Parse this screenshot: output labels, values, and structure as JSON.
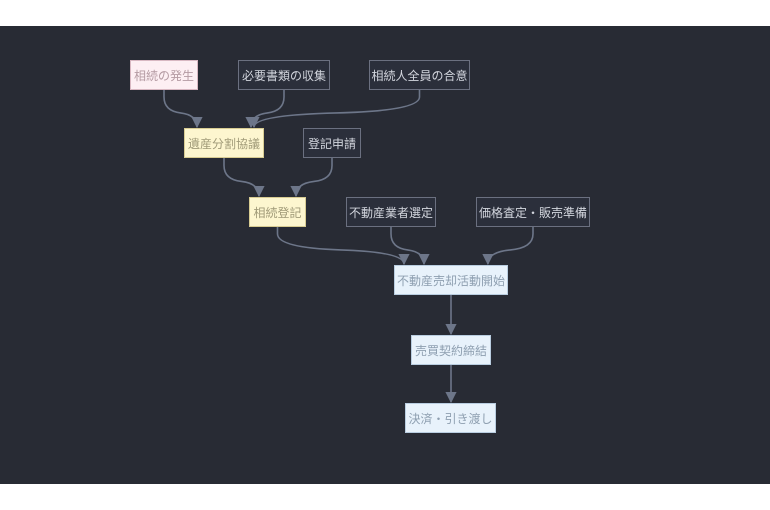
{
  "colors": {
    "background": "#282b34",
    "edge": "#6d7689"
  },
  "nodes": {
    "n_hassei": "相続の発生",
    "n_shorui": "必要書類の収集",
    "n_goi": "相続人全員の合意",
    "n_bunkatsu": "遺産分割協議",
    "n_shinsei": "登記申請",
    "n_souzoku_touki": "相続登記",
    "n_gyousha": "不動産業者選定",
    "n_kakaku": "価格査定・販売準備",
    "n_baikyaku": "不動産売却活動開始",
    "n_keiyaku": "売買契約締結",
    "n_kessai": "決済・引き渡し"
  },
  "edges": [
    {
      "from": "n_hassei",
      "to": "n_bunkatsu"
    },
    {
      "from": "n_shorui",
      "to": "n_bunkatsu"
    },
    {
      "from": "n_goi",
      "to": "n_bunkatsu"
    },
    {
      "from": "n_bunkatsu",
      "to": "n_souzoku_touki"
    },
    {
      "from": "n_shinsei",
      "to": "n_souzoku_touki"
    },
    {
      "from": "n_souzoku_touki",
      "to": "n_baikyaku"
    },
    {
      "from": "n_gyousha",
      "to": "n_baikyaku"
    },
    {
      "from": "n_kakaku",
      "to": "n_baikyaku"
    },
    {
      "from": "n_baikyaku",
      "to": "n_keiyaku"
    },
    {
      "from": "n_keiyaku",
      "to": "n_kessai"
    }
  ]
}
